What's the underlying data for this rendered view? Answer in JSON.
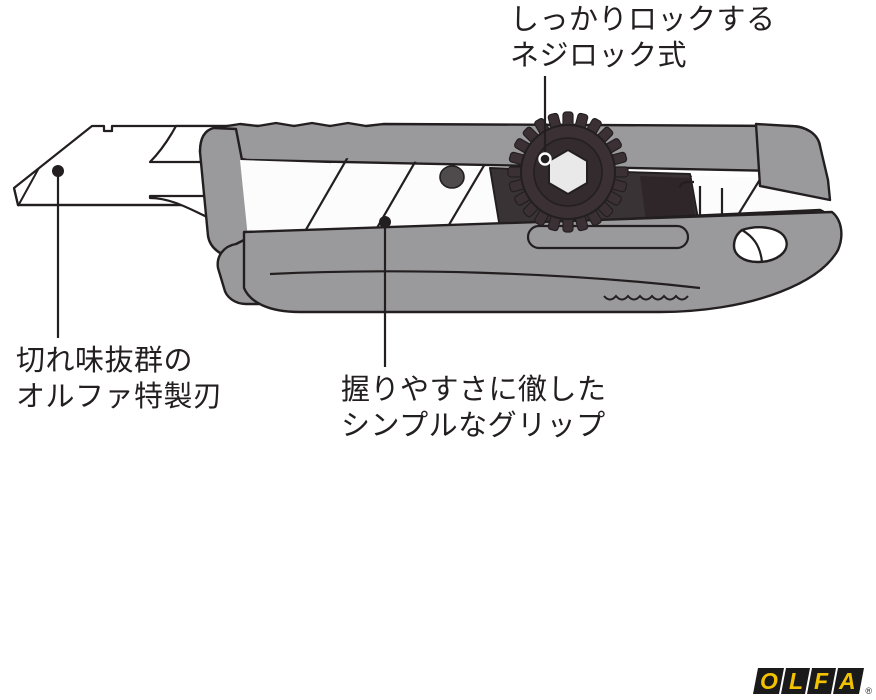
{
  "page": {
    "title": "OLFA cutter feature diagram",
    "background_color": "#ffffff"
  },
  "callouts": [
    {
      "id": "lock",
      "line1": "しっかりロックする",
      "line2": "ネジロック式",
      "target": "screw-lock-knob"
    },
    {
      "id": "blade",
      "line1": "切れ味抜群の",
      "line2": "オルファ特製刃",
      "target": "snap-off-blade"
    },
    {
      "id": "grip",
      "line1": "握りやすさに徹した",
      "line2": "シンプルなグリップ",
      "target": "handle-grip"
    }
  ],
  "logo": {
    "text": "OLFA",
    "letters": [
      "O",
      "L",
      "F",
      "A"
    ],
    "registered_mark": "®",
    "letter_color": "#f2c200",
    "block_color": "#1a1a1a"
  },
  "colors": {
    "text": "#231f20",
    "body_gray": "#9a9a9c",
    "body_gray_dark": "#8a8a8d",
    "blade_white": "#fcfcfc",
    "slider_dark": "#3a3336",
    "knob_dark": "#3b3135",
    "outline": "#231f20"
  }
}
